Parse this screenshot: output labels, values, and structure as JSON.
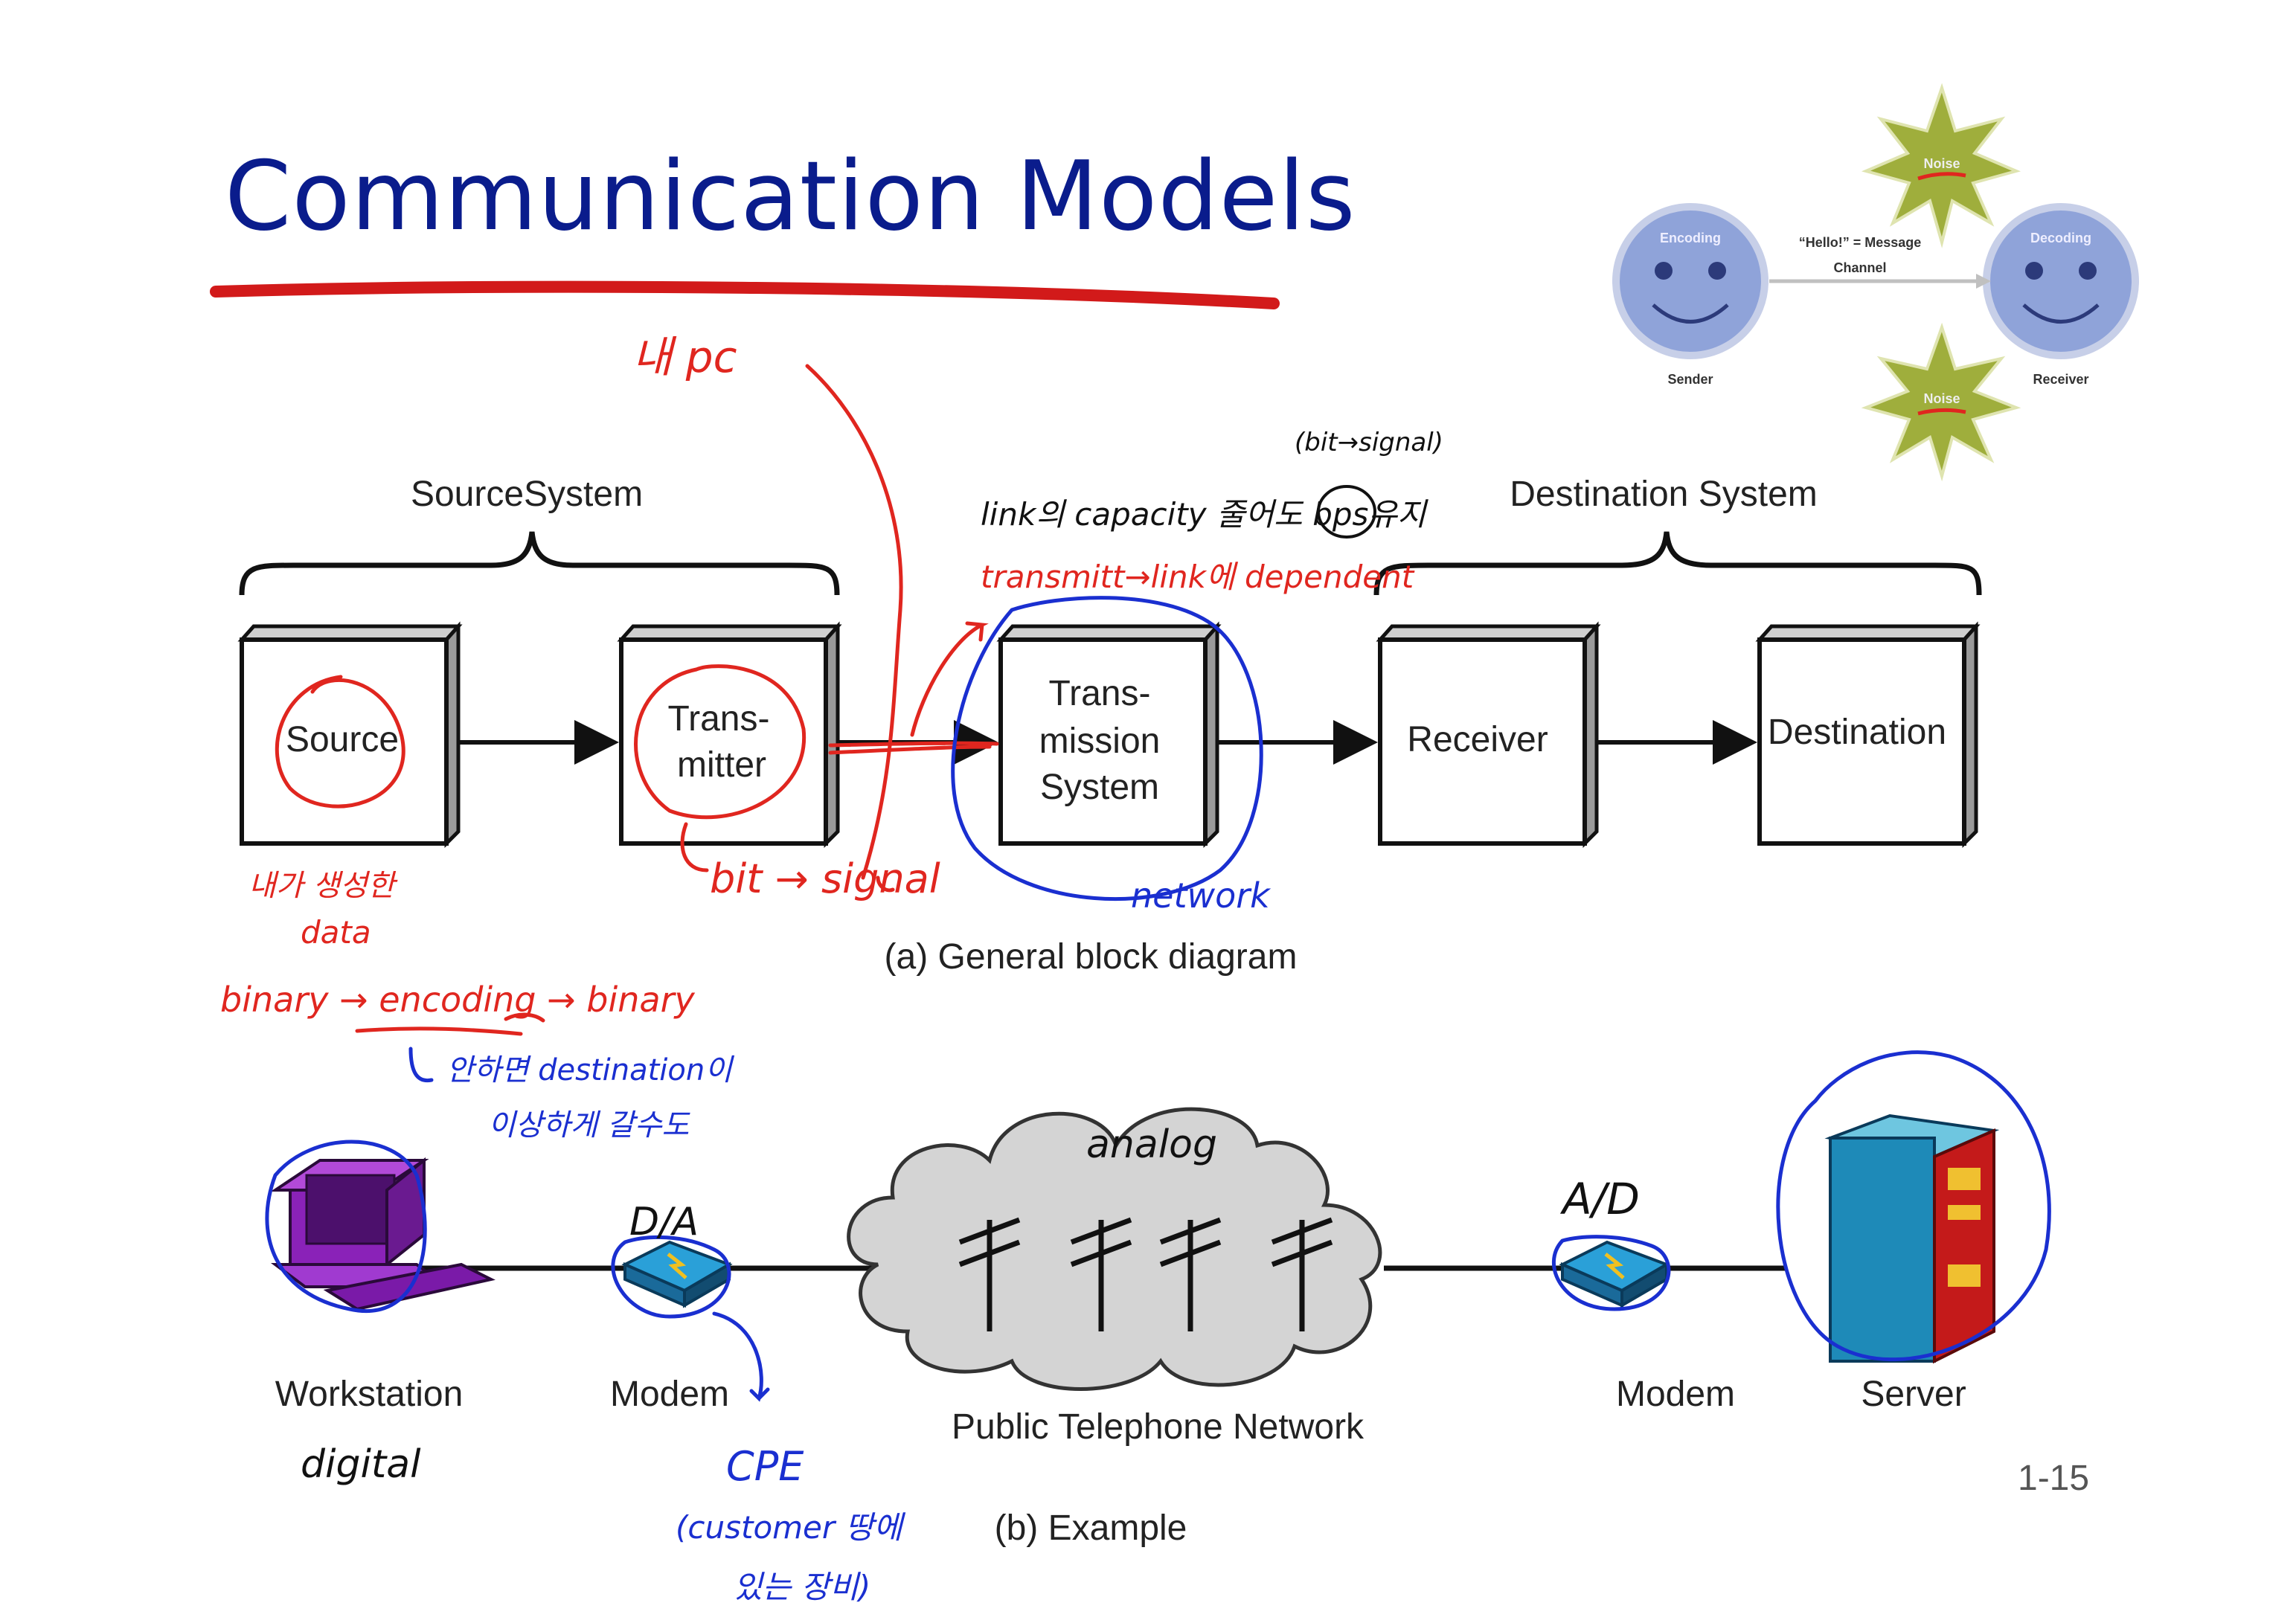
{
  "slide": {
    "title": "Communication Models",
    "page_number": "1-15"
  },
  "inset": {
    "encoding": "Encoding",
    "decoding": "Decoding",
    "message": "“Hello!” = Message",
    "channel": "Channel",
    "sender": "Sender",
    "receiver": "Receiver",
    "noise_top": "Noise",
    "noise_bottom": "Noise"
  },
  "diagram_a": {
    "source_system": "SourceSystem",
    "destination_system": "Destination System",
    "box_source": "Source",
    "box_transmitter_1": "Trans-",
    "box_transmitter_2": "mitter",
    "box_transmission_1": "Trans-",
    "box_transmission_2": "mission",
    "box_transmission_3": "System",
    "box_receiver": "Receiver",
    "box_destination": "Destination",
    "caption": "(a) General block diagram"
  },
  "diagram_b": {
    "workstation": "Workstation",
    "modem_left": "Modem",
    "network": "Public Telephone Network",
    "modem_right": "Modem",
    "server": "Server",
    "caption": "(b) Example"
  },
  "notes": {
    "my_pc": "내 pc",
    "bit_signal_small": "(bit→signal)",
    "link_capacity": "link의 capacity 줄어도 bps유지",
    "transmitter_dependent": "transmitt→link에 dependent",
    "my_data_1": "내가 생성한",
    "my_data_2": "data",
    "bit_signal": "bit → signal",
    "network": "network",
    "binary_encoding": "binary → encoding → binary",
    "korean_1": "안하면 destination이",
    "korean_2": "이상하게 갈수도",
    "analog": "analog",
    "da": "D/A",
    "ad": "A/D",
    "digital": "digital",
    "cpe": "CPE",
    "cpe_desc_1": "(customer 땅에",
    "cpe_desc_2": "있는 장비)"
  },
  "colors": {
    "title": "#0a1c8c",
    "red_ink": "#e0261f",
    "blue_ink": "#1a2fd0",
    "black_ink": "#111111"
  }
}
